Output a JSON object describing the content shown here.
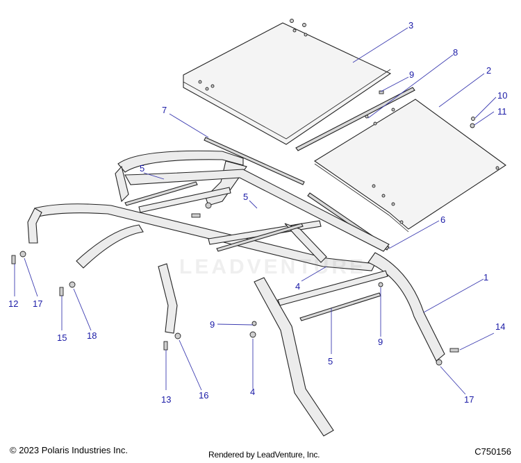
{
  "diagram": {
    "callouts": [
      {
        "label": "3"
      },
      {
        "label": "8"
      },
      {
        "label": "9"
      },
      {
        "label": "2"
      },
      {
        "label": "10"
      },
      {
        "label": "11"
      },
      {
        "label": "7"
      },
      {
        "label": "5"
      },
      {
        "label": "5"
      },
      {
        "label": "6"
      },
      {
        "label": "1"
      },
      {
        "label": "4"
      },
      {
        "label": "12"
      },
      {
        "label": "17"
      },
      {
        "label": "15"
      },
      {
        "label": "18"
      },
      {
        "label": "9"
      },
      {
        "label": "9"
      },
      {
        "label": "5"
      },
      {
        "label": "14"
      },
      {
        "label": "13"
      },
      {
        "label": "16"
      },
      {
        "label": "4"
      },
      {
        "label": "17"
      }
    ]
  },
  "watermark": {
    "text": "LEADVENTURE"
  },
  "footer": {
    "copyright": "© 2023 Polaris Industries Inc.",
    "rendered_by": "Rendered by LeadVenture, Inc.",
    "diagram_code": "C750156"
  }
}
